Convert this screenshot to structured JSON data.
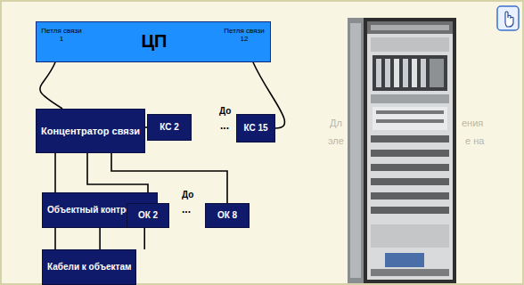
{
  "diagram": {
    "nodes": [
      {
        "text": [
          "Петля связи 1",
          "ЦП",
          "Петля связи 12"
        ]
      },
      {
        "text": [
          "Концентратор связи"
        ]
      },
      {
        "text": [
          "КС 2"
        ]
      },
      {
        "text": [
          "КС 15"
        ]
      },
      {
        "text": [
          "Объектный контроллер"
        ]
      },
      {
        "text": [
          "ОК 2"
        ]
      },
      {
        "text": [
          "ОК 8"
        ]
      },
      {
        "text": [
          "Кабели к объектам"
        ]
      }
    ],
    "edges": [
      {
        "from": 0,
        "to": 1,
        "arrow": "none"
      },
      {
        "from": 0,
        "to": 3,
        "arrow": "none"
      },
      {
        "from": 1,
        "to": 2,
        "arrow": "none"
      },
      {
        "from": 1,
        "to": 4,
        "arrow": "none"
      },
      {
        "from": 1,
        "to": 5,
        "arrow": "none"
      },
      {
        "from": 1,
        "to": 6,
        "arrow": "none"
      },
      {
        "from": 4,
        "to": 7,
        "arrow": "none"
      }
    ],
    "labels": [
      "До",
      "...",
      "До",
      "...",
      "Дл",
      "ения",
      "эле",
      "е на"
    ]
  }
}
